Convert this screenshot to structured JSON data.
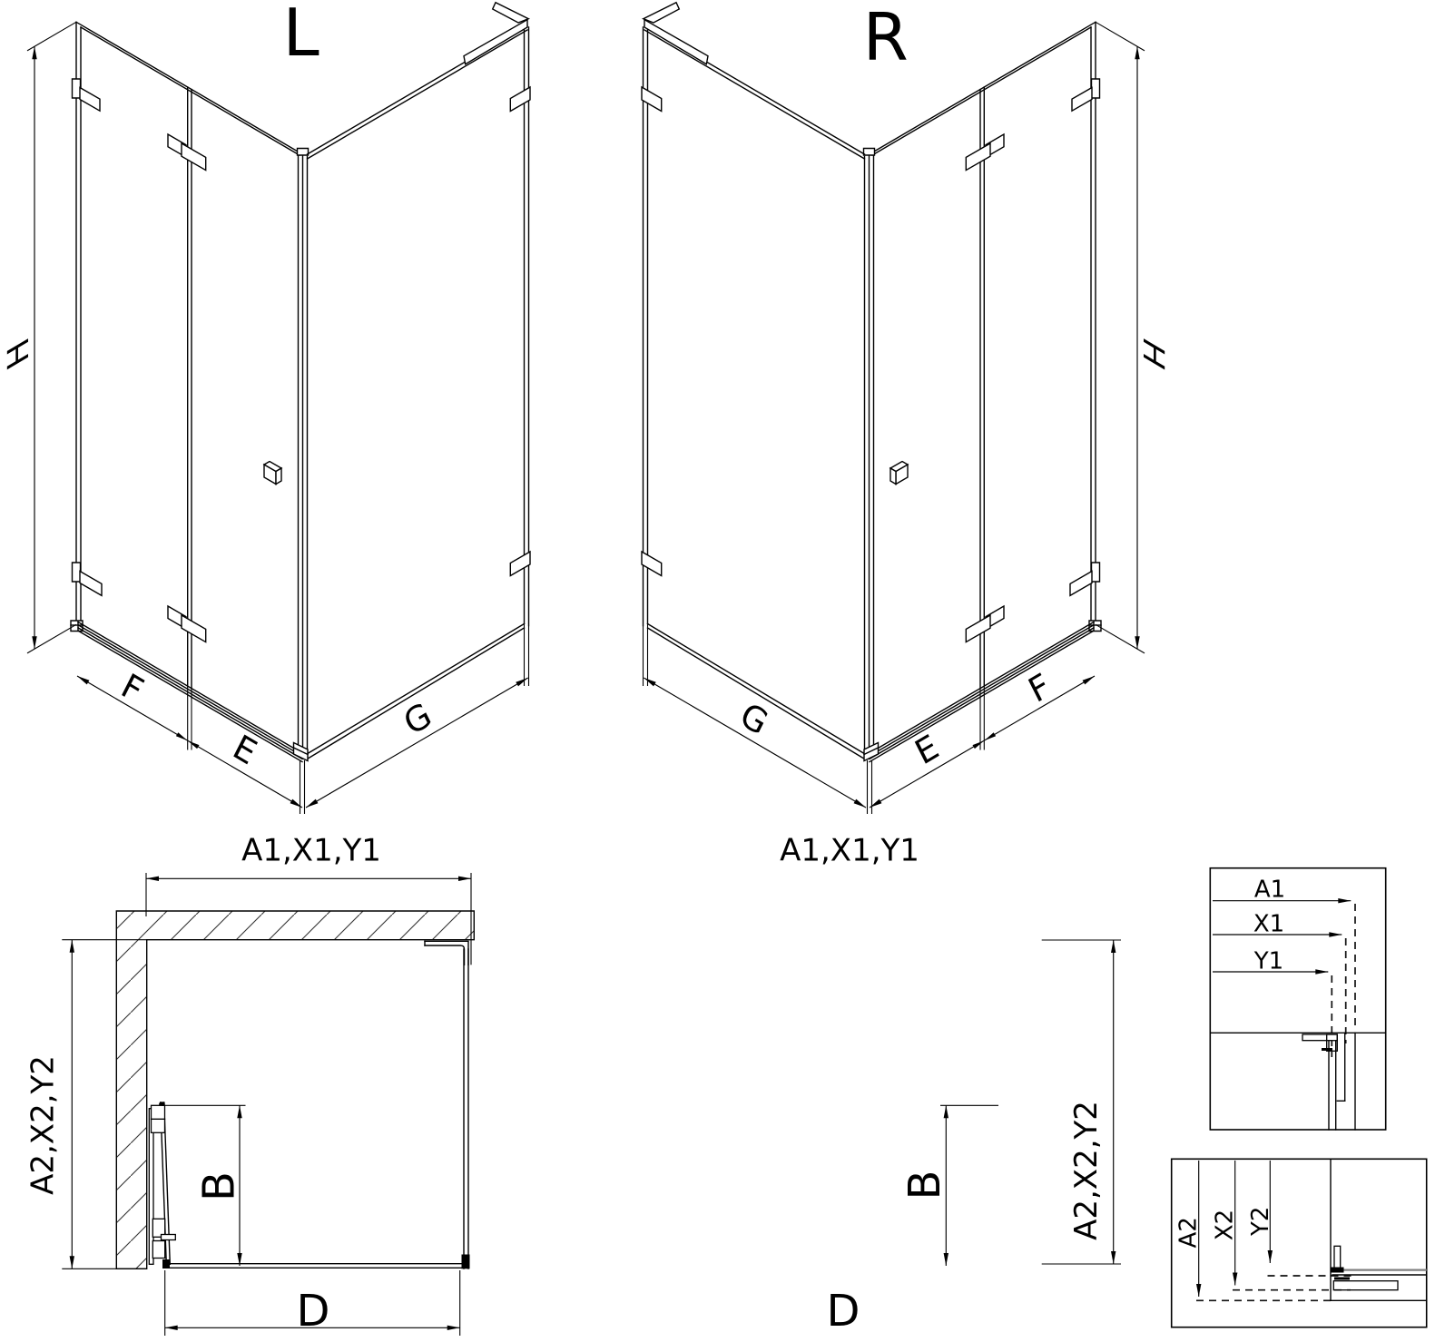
{
  "iso_left": {
    "title": "L",
    "dim_height": "H",
    "dim_f": "F",
    "dim_e": "E",
    "dim_g": "G"
  },
  "iso_right": {
    "title": "R",
    "dim_height": "H",
    "dim_f": "F",
    "dim_e": "E",
    "dim_g": "G"
  },
  "plan_left": {
    "dim_top": "A1,X1,Y1",
    "dim_side": "A2,X2,Y2",
    "dim_b": "B",
    "dim_d": "D"
  },
  "plan_right": {
    "dim_top": "A1,X1,Y1",
    "dim_side": "A2,X2,Y2",
    "dim_b": "B",
    "dim_d": "D"
  },
  "detail_top": {
    "a1": "A1",
    "x1": "X1",
    "y1": "Y1"
  },
  "detail_bottom": {
    "a2": "A2",
    "x2": "X2",
    "y2": "Y2"
  },
  "colors": {
    "line": "#000000",
    "gray": "#808080",
    "background": "#ffffff"
  }
}
